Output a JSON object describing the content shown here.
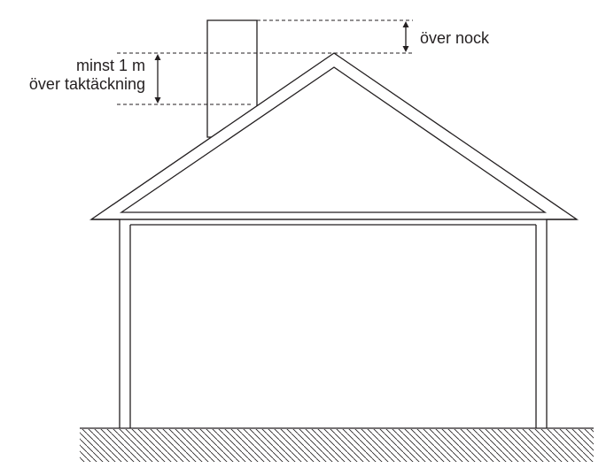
{
  "labels": {
    "over_nock": "över nock",
    "minst_line1": "minst 1 m",
    "minst_line2": "över taktäckning"
  },
  "colors": {
    "line": "#231f20",
    "background": "#ffffff"
  }
}
